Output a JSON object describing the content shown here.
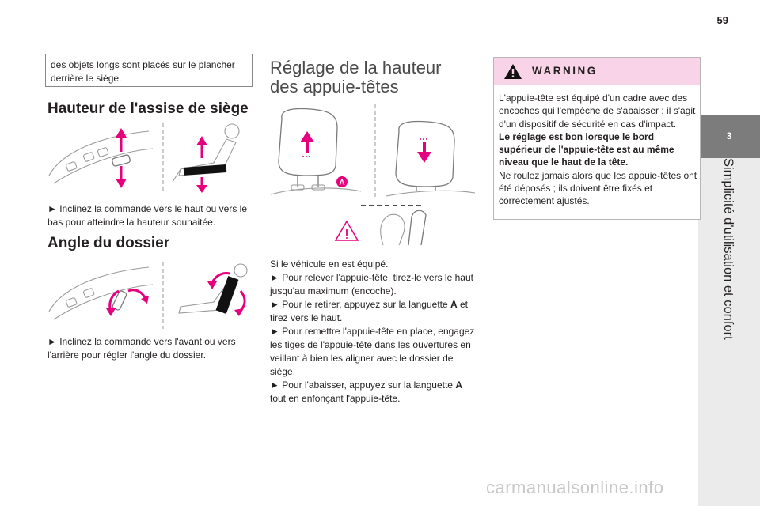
{
  "page": {
    "number": "59"
  },
  "side_tab": {
    "number": "3",
    "title": "Simplicité d'utilisation et confort"
  },
  "note": {
    "text": "des objets longs sont placés sur le plancher derrière le siège."
  },
  "seat_height": {
    "title": "Hauteur de l'assise de siège",
    "text": "► Inclinez la commande vers le haut ou vers le bas pour atteindre la hauteur souhaitée."
  },
  "backrest": {
    "title": "Angle du dossier",
    "text": "► Inclinez la commande vers l'avant ou vers l'arrière pour régler l'angle du dossier."
  },
  "headrest": {
    "title": "Réglage de la hauteur des appuie-têtes",
    "label_a": "A",
    "lines": [
      "Si le véhicule en est équipé.",
      "► Pour relever l'appuie-tête, tirez-le vers le haut jusqu'au maximum (encoche).",
      "► Pour le retirer, appuyez sur la languette ",
      "A",
      " et tirez vers le haut.",
      "► Pour remettre l'appuie-tête en place, engagez les tiges de l'appuie-tête dans les ouvertures en veillant à bien les aligner avec le dossier de siège.",
      "► Pour l'abaisser, appuyez sur la languette ",
      "A",
      " tout en enfonçant l'appuie-tête."
    ]
  },
  "warning": {
    "title": "WARNING",
    "p1": "L'appuie-tête est équipé d'un cadre avec des encoches qui l'empêche de s'abaisser ; il s'agit d'un dispositif de sécurité en cas d'impact.",
    "p2_bold": "Le réglage est bon lorsque le bord supérieur de l'appuie-tête est au même niveau que le haut de la tête.",
    "p3": "Ne roulez jamais alors que les appuie-têtes ont été déposés ; ils doivent être fixés et correctement ajustés."
  },
  "watermark": {
    "text": "carmanualsonline.info"
  },
  "colors": {
    "accent_pink": "#e6007e",
    "warning_band": "#f9d4e9",
    "tab_grey": "#7c7c7c"
  }
}
